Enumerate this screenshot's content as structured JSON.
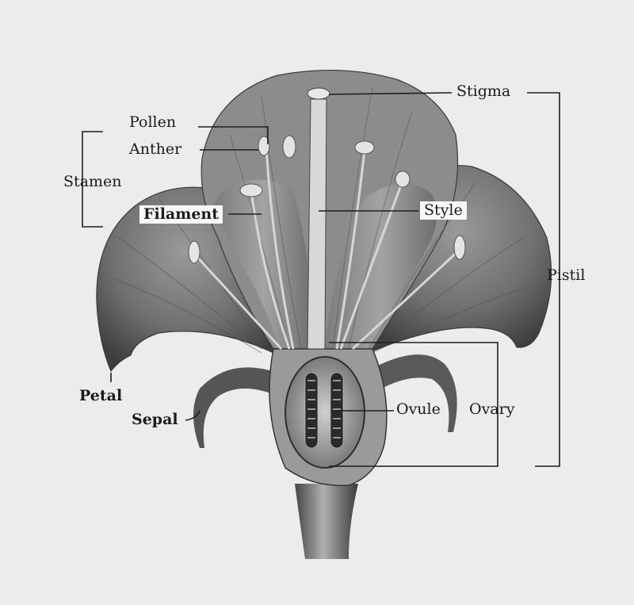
{
  "figure": {
    "labels": {
      "stigma": "Stigma",
      "pollen": "Pollen",
      "anther": "Anther",
      "stamen": "Stamen",
      "filament": "Filament",
      "style": "Style",
      "pistil": "Pistil",
      "petal": "Petal",
      "sepal": "Sepal",
      "ovule": "Ovule",
      "ovary": "Ovary"
    }
  }
}
